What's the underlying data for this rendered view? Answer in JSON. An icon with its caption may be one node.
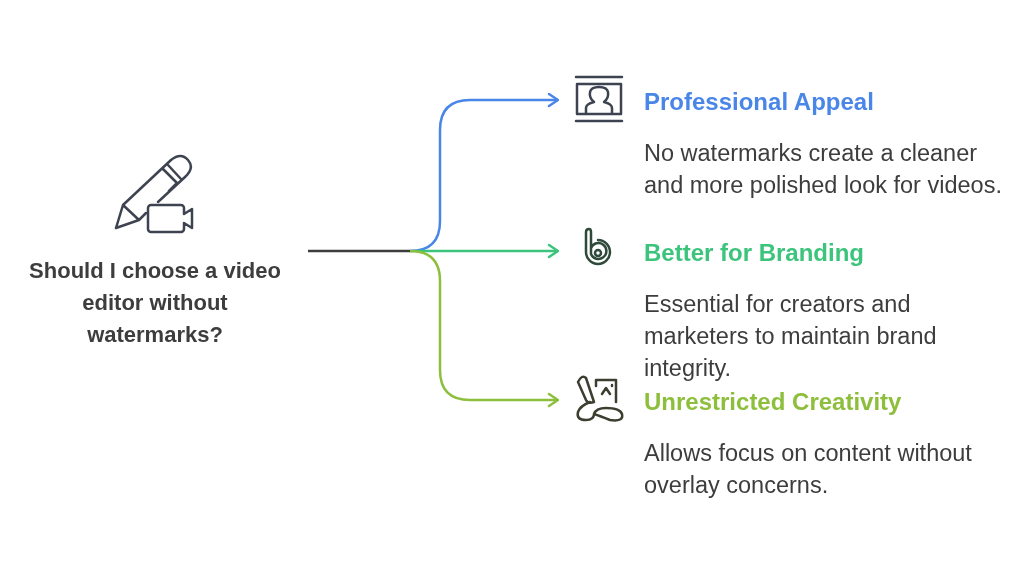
{
  "diagram": {
    "nodes": [
      {
        "text": [
          "Should I choose a video editor without watermarks?"
        ]
      },
      {
        "text": [
          "Professional Appeal",
          "No watermarks create a cleaner and more polished look for videos."
        ]
      },
      {
        "text": [
          "Better for Branding",
          "Essential for creators and marketers to maintain brand integrity."
        ]
      },
      {
        "text": [
          "Unrestricted Creativity",
          "Allows focus on content without overlay concerns."
        ]
      }
    ],
    "edges": [
      {
        "from": 0,
        "to": 1,
        "arrow": "to",
        "color": "#4a86e8"
      },
      {
        "from": 0,
        "to": 2,
        "arrow": "to",
        "color": "#3cc47c"
      },
      {
        "from": 0,
        "to": 3,
        "arrow": "to",
        "color": "#8dbf3d"
      }
    ]
  }
}
